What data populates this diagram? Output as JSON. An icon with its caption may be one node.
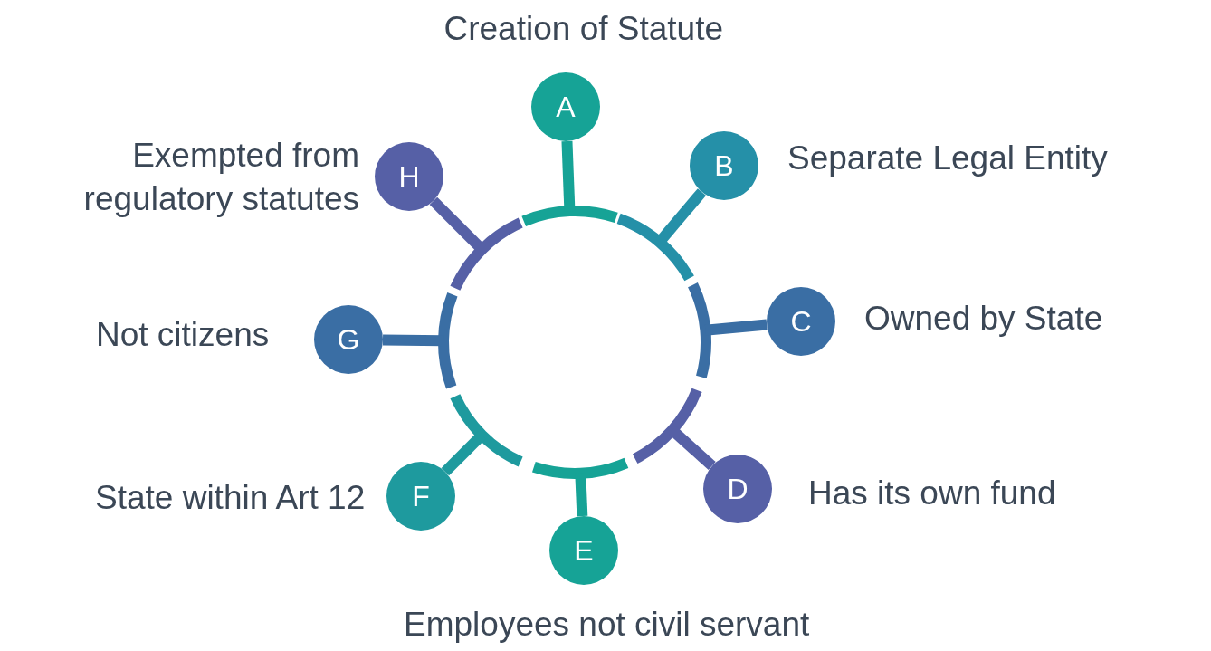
{
  "diagram": {
    "nodes": [
      {
        "text": [
          "A"
        ],
        "beside": [
          "Creation of Statute"
        ]
      },
      {
        "text": [
          "B"
        ],
        "beside": [
          "Separate Legal Entity"
        ]
      },
      {
        "text": [
          "C"
        ],
        "beside": [
          "Owned by State"
        ]
      },
      {
        "text": [
          "D"
        ],
        "beside": [
          "Has its own fund"
        ]
      },
      {
        "text": [
          "E"
        ],
        "beside": [
          "Employees not civil servant"
        ]
      },
      {
        "text": [
          "F"
        ],
        "beside": [
          "State within Art 12"
        ]
      },
      {
        "text": [
          "G"
        ],
        "beside": [
          "Not citizens"
        ]
      },
      {
        "text": [
          "H"
        ],
        "beside": [
          "Exempted from regulatory statutes"
        ]
      },
      {
        "text": [],
        "shape": "circle"
      }
    ],
    "edges": [
      {
        "from": 8,
        "to": 0,
        "arrow": "none",
        "color": "#16a396"
      },
      {
        "from": 8,
        "to": 1,
        "arrow": "none",
        "color": "#2590a8"
      },
      {
        "from": 8,
        "to": 2,
        "arrow": "none",
        "color": "#3a6ea4"
      },
      {
        "from": 8,
        "to": 3,
        "arrow": "none",
        "color": "#5660a6"
      },
      {
        "from": 8,
        "to": 4,
        "arrow": "none",
        "color": "#16a396"
      },
      {
        "from": 8,
        "to": 5,
        "arrow": "none",
        "color": "#1e9a9e"
      },
      {
        "from": 8,
        "to": 6,
        "arrow": "none",
        "color": "#3a6ea4"
      },
      {
        "from": 8,
        "to": 7,
        "arrow": "none",
        "color": "#5660a6"
      }
    ]
  }
}
